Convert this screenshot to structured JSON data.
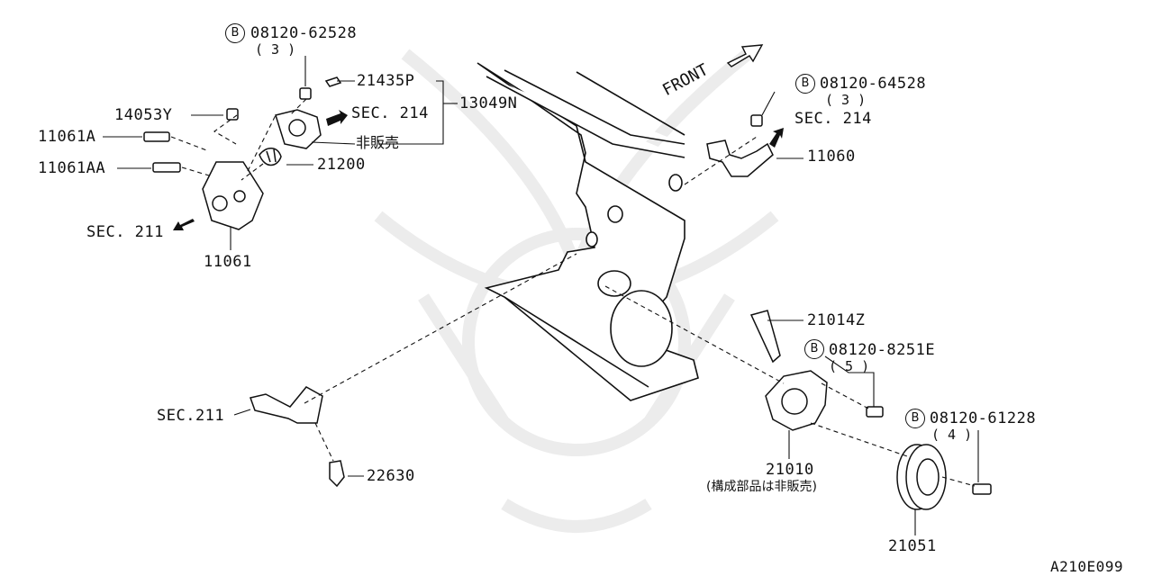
{
  "diagram": {
    "code": "A210E099",
    "front_label": "FRONT",
    "bolt_badge": "B",
    "parts": {
      "bolt_62528": {
        "part_no": "08120-62528",
        "qty": "( 3 )"
      },
      "bolt_64528": {
        "part_no": "08120-64528",
        "qty": "( 3 )"
      },
      "bolt_8251e": {
        "part_no": "08120-8251E",
        "qty": "( 5 )"
      },
      "bolt_61228": {
        "part_no": "08120-61228",
        "qty": "( 4 )"
      },
      "gasket": "21435P",
      "assembly": "13049N",
      "not_for_sale": "非販売",
      "sec214_a": "SEC. 214",
      "sec214_b": "SEC. 214",
      "sec211_a": "SEC. 211",
      "sec211_b": "SEC.211",
      "bolt_14053y": "14053Y",
      "bolt_11061a": "11061A",
      "bolt_11061aa": "11061AA",
      "thermostat": "21200",
      "housing": "11061",
      "pipe": "11060",
      "sealant": "21014Z",
      "water_pump": "21010",
      "water_pump_note": "(構成部品は非販売)",
      "pulley": "21051",
      "sensor": "22630"
    }
  }
}
